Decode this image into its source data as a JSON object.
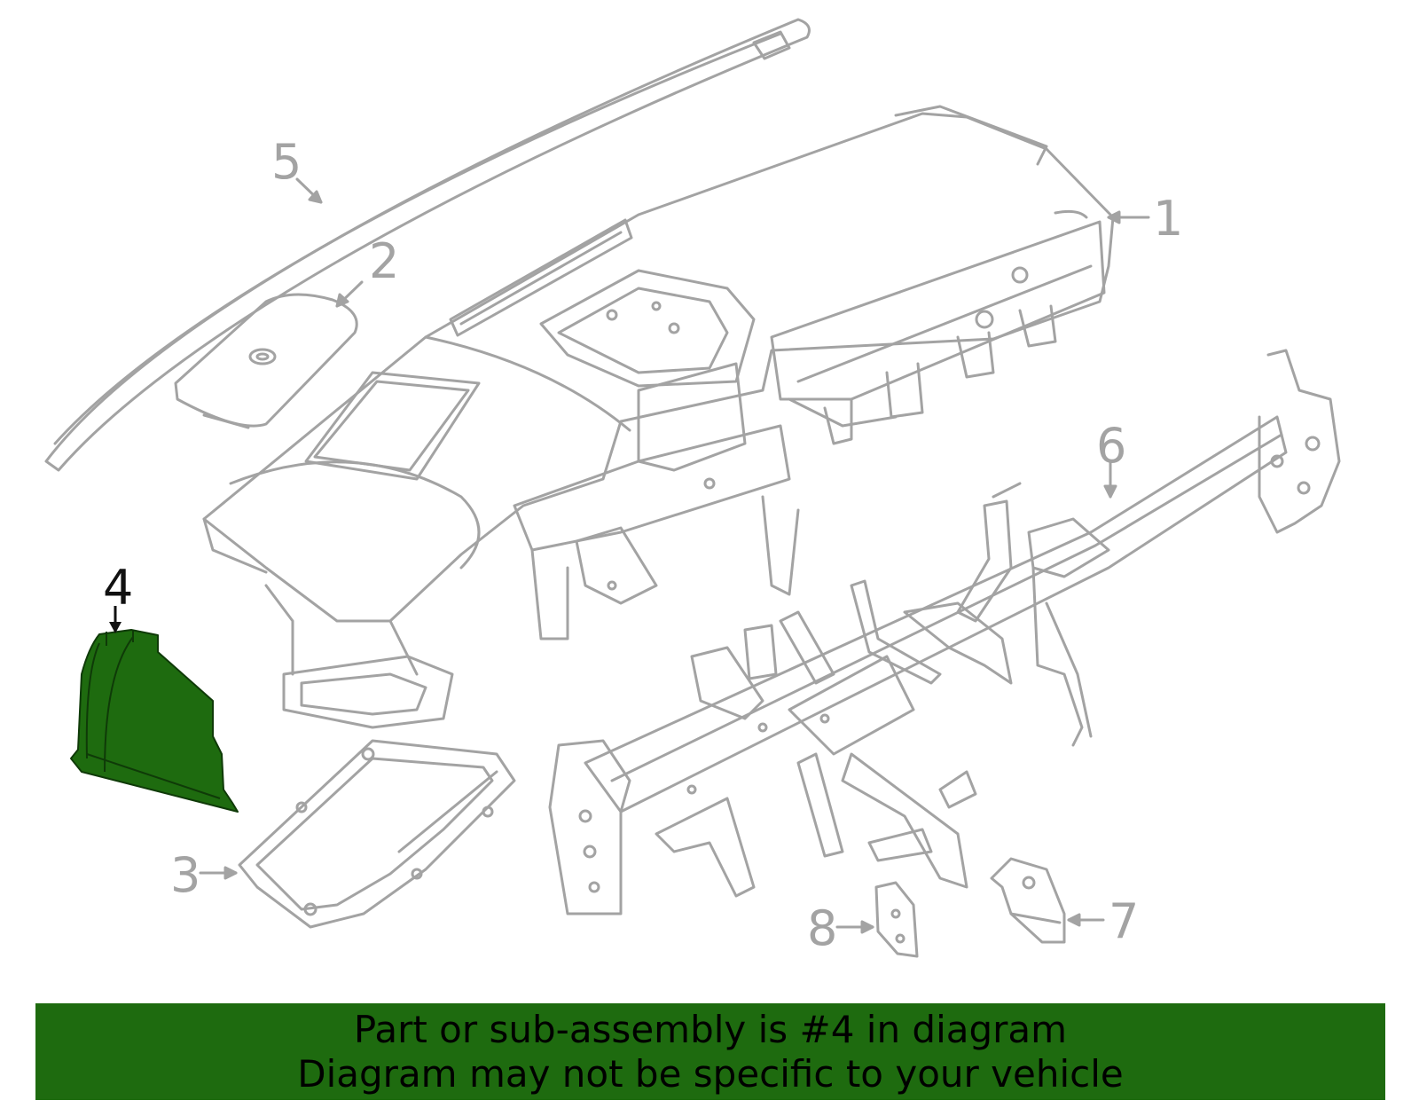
{
  "callouts": [
    {
      "id": "1",
      "label": "1"
    },
    {
      "id": "2",
      "label": "2"
    },
    {
      "id": "3",
      "label": "3"
    },
    {
      "id": "4",
      "label": "4"
    },
    {
      "id": "5",
      "label": "5"
    },
    {
      "id": "6",
      "label": "6"
    },
    {
      "id": "7",
      "label": "7"
    },
    {
      "id": "8",
      "label": "8"
    }
  ],
  "highlighted_part": "4",
  "banner": {
    "line1": "Part or sub-assembly is #4 in diagram",
    "line2": "Diagram may not be specific to your vehicle"
  },
  "colors": {
    "line_art": "#a3a3a3",
    "highlight_fill": "#1e6b0f",
    "banner_bg": "#1e6b0f",
    "banner_text": "#000000",
    "highlight_label": "#111111"
  }
}
